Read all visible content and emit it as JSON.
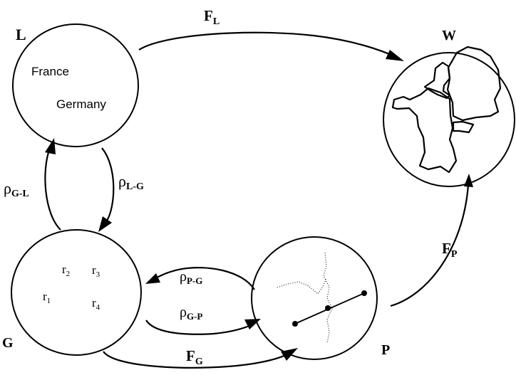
{
  "nodes": {
    "L": {
      "label": "L",
      "items": [
        "France",
        "Germany"
      ]
    },
    "W": {
      "label": "W"
    },
    "G": {
      "label": "G",
      "items": [
        "r",
        "r",
        "r",
        "r"
      ],
      "subscripts": [
        "2",
        "3",
        "1",
        "4"
      ]
    },
    "P": {
      "label": "P"
    }
  },
  "edges": {
    "F_L": {
      "base": "F",
      "sub": "L"
    },
    "F_P": {
      "base": "F",
      "sub": "P"
    },
    "F_G": {
      "base": "F",
      "sub": "G"
    },
    "rho_G_L": {
      "base": "ρ",
      "sub": "G-L"
    },
    "rho_L_G": {
      "base": "ρ",
      "sub": "L-G"
    },
    "rho_P_G": {
      "base": "ρ",
      "sub": "P-G"
    },
    "rho_G_P": {
      "base": "ρ",
      "sub": "G-P"
    }
  }
}
